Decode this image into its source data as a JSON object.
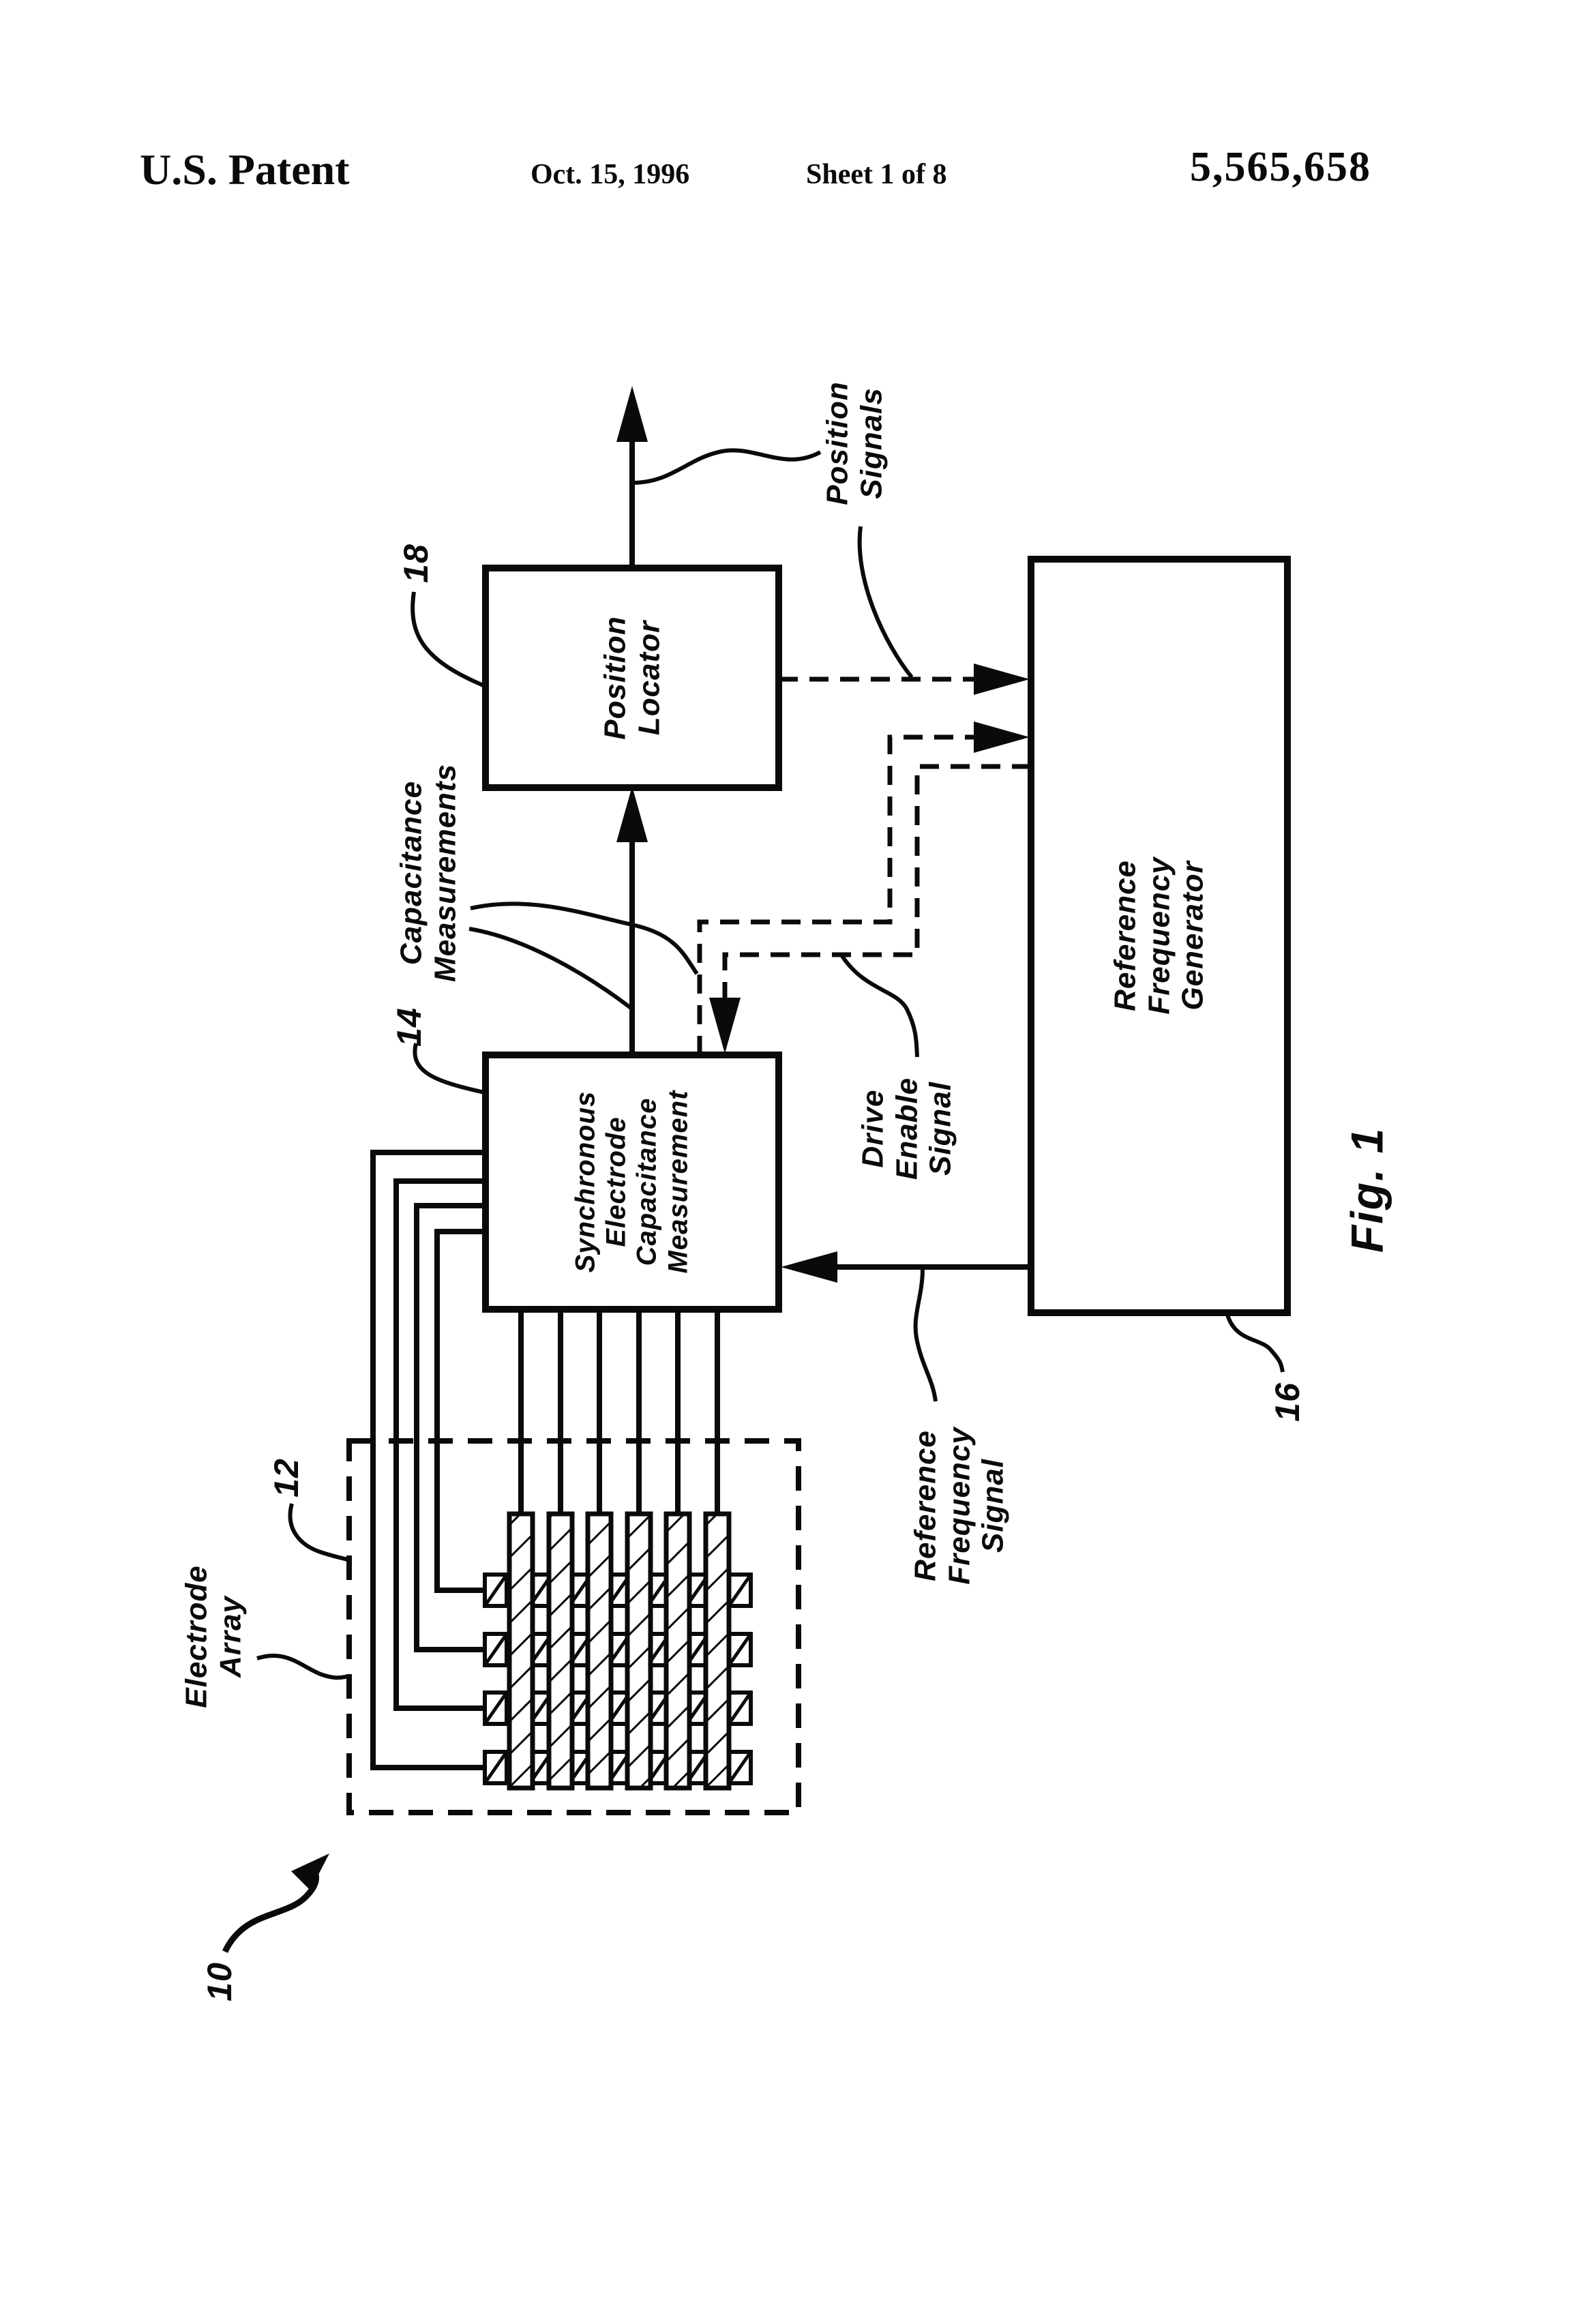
{
  "header": {
    "patent_label": "U.S. Patent",
    "date": "Oct. 15, 1996",
    "sheet": "Sheet 1 of 8",
    "patent_number": "5,565,658"
  },
  "figure": {
    "caption": "Fig. 1",
    "system_ref": "10",
    "ink_color": "#0a0a0a",
    "blocks": {
      "position_locator": {
        "label": "Position\nLocator",
        "ref": "18"
      },
      "sync_electrode_capacitance_measurement": {
        "label": "Synchronous\nElectrode\nCapacitance\nMeasurement",
        "ref": "14"
      },
      "reference_frequency_generator": {
        "label": "Reference\nFrequency\nGenerator",
        "ref": "16"
      },
      "electrode_array": {
        "label": "Electrode\nArray",
        "ref": "12"
      }
    },
    "signals": {
      "position_signals": "Position\nSignals",
      "capacitance_measurements": "Capacitance\nMeasurements",
      "drive_enable_signal": "Drive\nEnable\nSignal",
      "reference_frequency_signal": "Reference\nFrequency\nSignal"
    }
  }
}
